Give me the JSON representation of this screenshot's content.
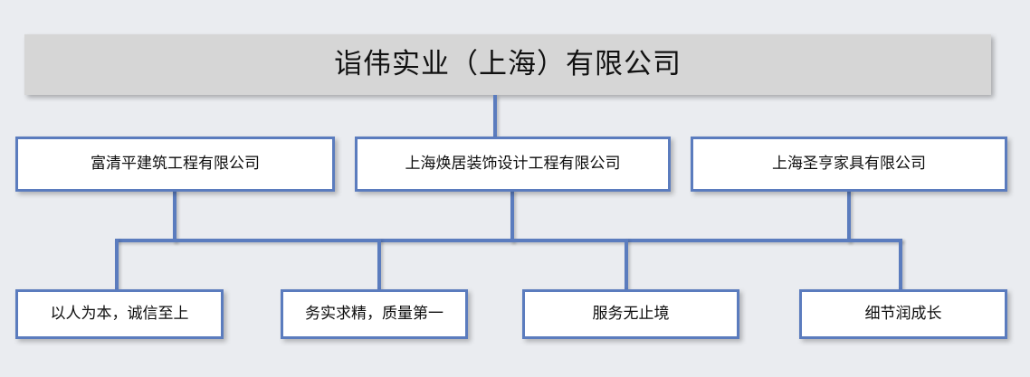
{
  "chart_data": {
    "type": "diagram",
    "diagram_type": "organization-chart",
    "title": "诣伟实业（上海）有限公司",
    "levels": 3,
    "nodes": [
      {
        "id": "root",
        "label": "诣伟实业（上海）有限公司",
        "level": 1
      },
      {
        "id": "sub-0",
        "label": "富清平建筑工程有限公司",
        "level": 2,
        "parent": "root"
      },
      {
        "id": "sub-1",
        "label": "上海焕居装饰设计工程有限公司",
        "level": 2,
        "parent": "root"
      },
      {
        "id": "sub-2",
        "label": "上海圣亨家具有限公司",
        "level": 2,
        "parent": "root"
      },
      {
        "id": "val-0",
        "label": "以人为本，诚信至上",
        "level": 3
      },
      {
        "id": "val-1",
        "label": "务实求精，质量第一",
        "level": 3
      },
      {
        "id": "val-2",
        "label": "服务无止境",
        "level": 3
      },
      {
        "id": "val-3",
        "label": "细节润成长",
        "level": 3
      }
    ]
  },
  "root": {
    "label": "诣伟实业（上海）有限公司"
  },
  "subsidiaries": [
    {
      "label": "富清平建筑工程有限公司"
    },
    {
      "label": "上海焕居装饰设计工程有限公司"
    },
    {
      "label": "上海圣亨家具有限公司"
    }
  ],
  "values": [
    {
      "label": "以人为本，诚信至上"
    },
    {
      "label": "务实求精，质量第一"
    },
    {
      "label": "服务无止境"
    },
    {
      "label": "细节润成长"
    }
  ],
  "colors": {
    "background": "#eaecf0",
    "banner_fill": "#d6d6d6",
    "node_fill": "#ffffff",
    "node_border": "#5b7cbe",
    "connector": "#5b7cbe",
    "text": "#0d0d0d"
  }
}
